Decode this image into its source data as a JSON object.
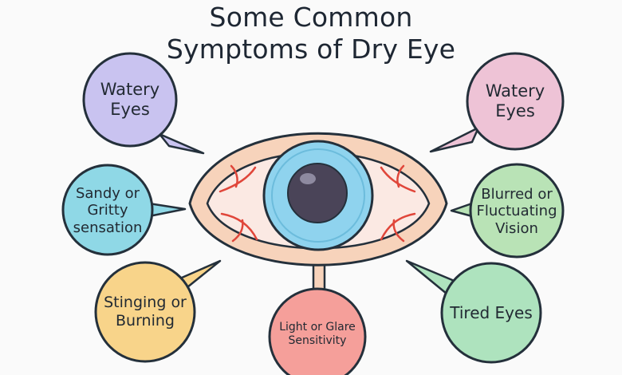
{
  "title": {
    "line1": "Some Common",
    "line2": "Symptoms of Dry Eye"
  },
  "symptoms": [
    {
      "label": "Watery\nEyes",
      "color": "#c9c3f0"
    },
    {
      "label": "Watery\nEyes",
      "color": "#eec3d6"
    },
    {
      "label": "Sandy or\nGritty\nsensation",
      "color": "#8fd8e6"
    },
    {
      "label": "Blurred or\nFluctuating\nVision",
      "color": "#b9e3b6"
    },
    {
      "label": "Stinging or\nBurning",
      "color": "#f8d48a"
    },
    {
      "label": "Light or Glare\nSensitivity",
      "color": "#f59f9a"
    },
    {
      "label": "Tired Eyes",
      "color": "#aee3be"
    }
  ],
  "colors": {
    "outline": "#24303b",
    "eyelid": "#f7d3bb",
    "sclera": "#fbe9e3",
    "iris": "#8fd3ee",
    "pupil": "#4a4458",
    "vein": "#e0463a"
  }
}
